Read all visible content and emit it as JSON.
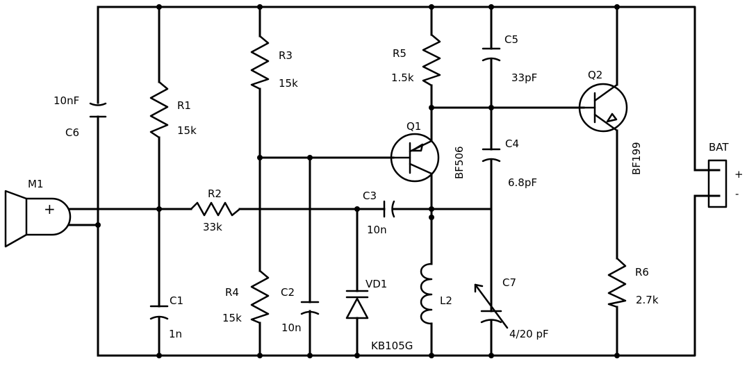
{
  "components": {
    "m1": {
      "ref": "M1",
      "polarity": "+"
    },
    "c6": {
      "ref": "C6",
      "value": "10nF"
    },
    "r1": {
      "ref": "R1",
      "value": "15k"
    },
    "r2": {
      "ref": "R2",
      "value": "33k"
    },
    "c1": {
      "ref": "C1",
      "value": "1n"
    },
    "r3": {
      "ref": "R3",
      "value": "15k"
    },
    "r4": {
      "ref": "R4",
      "value": "15k"
    },
    "c2": {
      "ref": "C2",
      "value": "10n"
    },
    "vd1": {
      "ref": "VD1",
      "value": "KB105G"
    },
    "c3": {
      "ref": "C3",
      "value": "10n"
    },
    "r5": {
      "ref": "R5",
      "value": "1.5k"
    },
    "q1": {
      "ref": "Q1",
      "value": "BF506"
    },
    "l2": {
      "ref": "L2"
    },
    "c5": {
      "ref": "C5",
      "value": "33pF"
    },
    "c4": {
      "ref": "C4",
      "value": "6.8pF"
    },
    "c7": {
      "ref": "C7",
      "value": "4/20 pF"
    },
    "q2": {
      "ref": "Q2",
      "value": "BF199"
    },
    "r6": {
      "ref": "R6",
      "value": "2.7k"
    },
    "bat": {
      "ref": "BAT",
      "plus": "+",
      "minus": "-"
    }
  }
}
